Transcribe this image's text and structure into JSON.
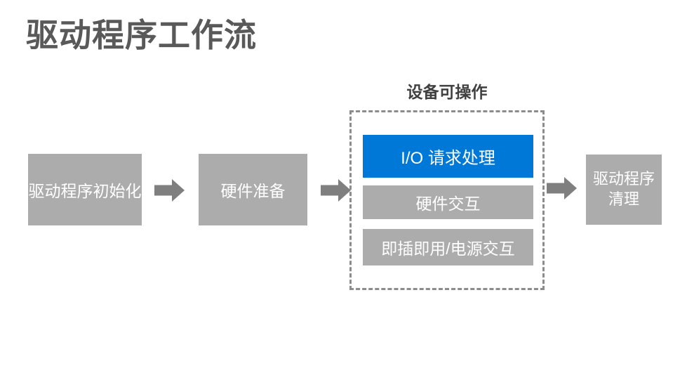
{
  "slide": {
    "title": "驱动程序工作流"
  },
  "diagram": {
    "steps": [
      {
        "id": "driver-init",
        "label": "驱动程序初始化"
      },
      {
        "id": "hardware-prep",
        "label": "硬件准备"
      },
      {
        "id": "driver-cleanup",
        "label": "驱动程序\n清理"
      }
    ],
    "group": {
      "label": "设备可操作",
      "steps": [
        {
          "id": "io-request",
          "label": "I/O 请求处理",
          "highlighted": true
        },
        {
          "id": "hardware-interaction",
          "label": "硬件交互",
          "highlighted": false
        },
        {
          "id": "pnp-power",
          "label": "即插即用/电源交互",
          "highlighted": false
        }
      ]
    },
    "arrow_count": 3
  },
  "colors": {
    "background": "#ffffff",
    "title_text": "#595959",
    "group_label_text": "#404040",
    "box_gray": "#acacac",
    "box_blue": "#0078d7",
    "box_text": "#ffffff",
    "arrow": "#7f7f7f",
    "dashed_border": "#8c8c8c"
  }
}
